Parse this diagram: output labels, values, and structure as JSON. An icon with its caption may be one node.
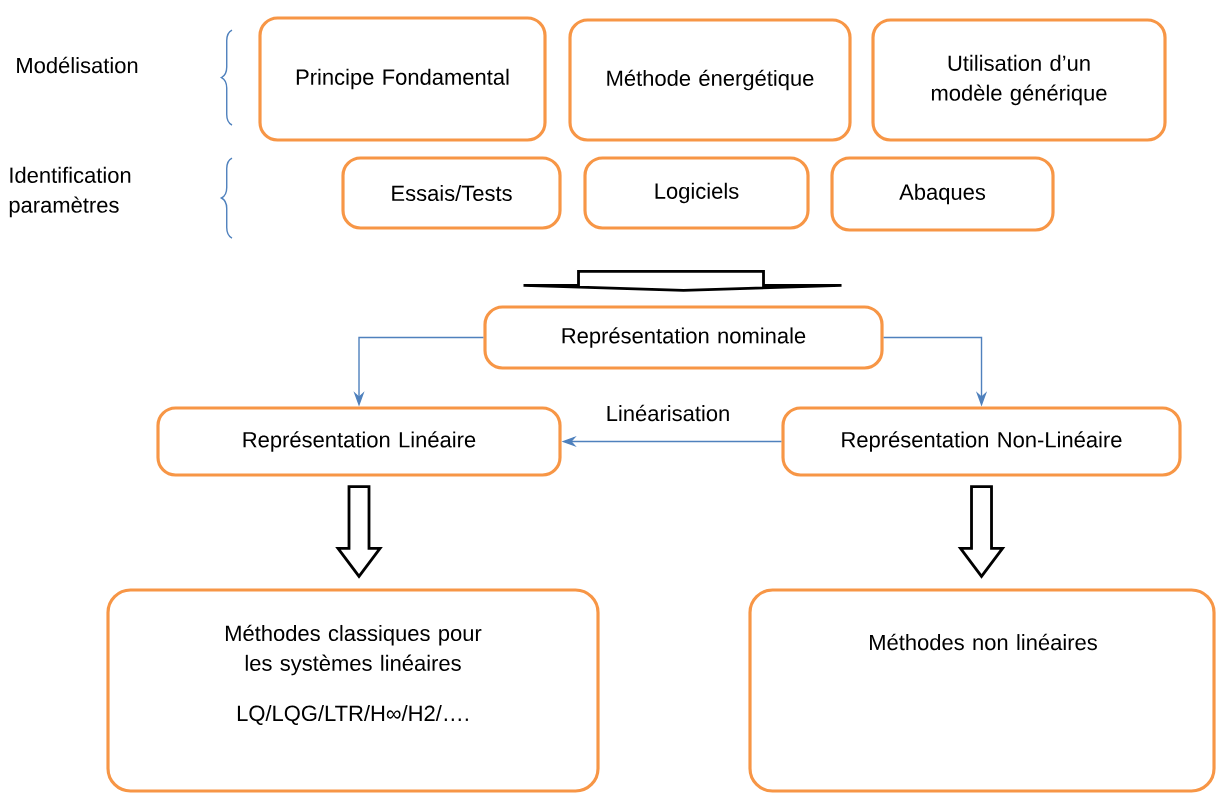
{
  "diagram": {
    "nodes": [
      {
        "text": [
          "Principe Fondamental"
        ]
      },
      {
        "text": [
          "Méthode énergétique"
        ]
      },
      {
        "text": [
          "Utilisation d’un modèle générique"
        ]
      },
      {
        "text": [
          "Essais/Tests"
        ]
      },
      {
        "text": [
          "Logiciels"
        ]
      },
      {
        "text": [
          "Abaques"
        ]
      },
      {
        "text": [
          "Représentation nominale"
        ]
      },
      {
        "text": [
          "Représentation Linéaire"
        ]
      },
      {
        "text": [
          "Représentation Non-Linéaire"
        ]
      },
      {
        "text": [
          "Méthodes classiques pour les systèmes linéaires",
          "LQ/LQG/LTR/H∞/H2/…."
        ]
      },
      {
        "text": [
          "Méthodes non linéaires"
        ]
      }
    ],
    "edges": [
      {
        "from": null,
        "to": 6,
        "arrow": "to",
        "style": "thick",
        "color": "#000000"
      },
      {
        "from": 6,
        "to": 7,
        "arrow": "to"
      },
      {
        "from": 6,
        "to": 8,
        "arrow": "to"
      },
      {
        "from": 8,
        "to": 7,
        "arrow": "to",
        "label": "Linéarisation"
      },
      {
        "from": 7,
        "to": 9,
        "arrow": "to",
        "style": "thick",
        "color": "#000000"
      },
      {
        "from": 8,
        "to": 10,
        "arrow": "to",
        "style": "thick",
        "color": "#000000"
      }
    ],
    "labels": [
      "Modélisation",
      "Identification paramètres"
    ]
  }
}
